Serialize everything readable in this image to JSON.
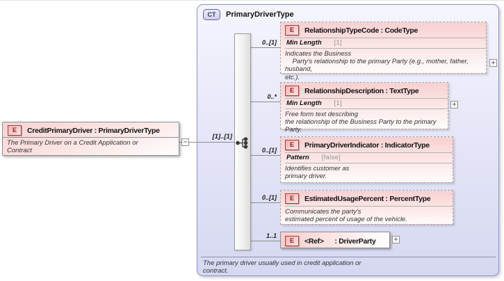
{
  "source_element": {
    "badge": "E",
    "title": "CreditPrimaryDriver : PrimaryDriverType",
    "description": "The Primary Driver on a Credit Application or\nContract"
  },
  "connector": {
    "collapse_glyph": "−",
    "cardinality": "[1]..[1]"
  },
  "complex_type": {
    "badge": "CT",
    "title": "PrimaryDriverType",
    "footer_note": "The primary driver usually used in credit application or\ncontract."
  },
  "elements": [
    {
      "badge": "E",
      "cardinality": "0..[1]",
      "title": "RelationshipTypeCode : CodeType",
      "facet": {
        "name": "Min Length",
        "value": "[1]"
      },
      "description": "Indicates the Business\n    Party's relationship to the primary Party (e.g., mother, father, husband,\netc.).",
      "expand_glyph": "+"
    },
    {
      "badge": "E",
      "cardinality": "0..*",
      "title": "RelationshipDescription : TextType",
      "facet": {
        "name": "Min Length",
        "value": "[1]"
      },
      "description": "Free form text describing\nthe relationship of the Business Party to the primary Party.",
      "expand_glyph": "+"
    },
    {
      "badge": "E",
      "cardinality": "0..[1]",
      "title": "PrimaryDriverIndicator : IndicatorType",
      "facet": {
        "name": "Pattern",
        "value": "[false]"
      },
      "description": "Identifies customer as\nprimary driver."
    },
    {
      "badge": "E",
      "cardinality": "0..[1]",
      "title": "EstimatedUsagePercent : PercentType",
      "description": "Communicates the party's\nestimated percent of usage of the vehicle."
    },
    {
      "badge": "E",
      "cardinality": "1..1",
      "title": "<Ref>      : DriverParty",
      "expand_glyph": "+"
    }
  ],
  "colors": {
    "container_fill": "#e6e7f8",
    "container_border": "#9193c0",
    "element_fill": "#f8d0d0",
    "element_badge_border": "#a33c3c",
    "connector_line": "#8c8c8c"
  }
}
